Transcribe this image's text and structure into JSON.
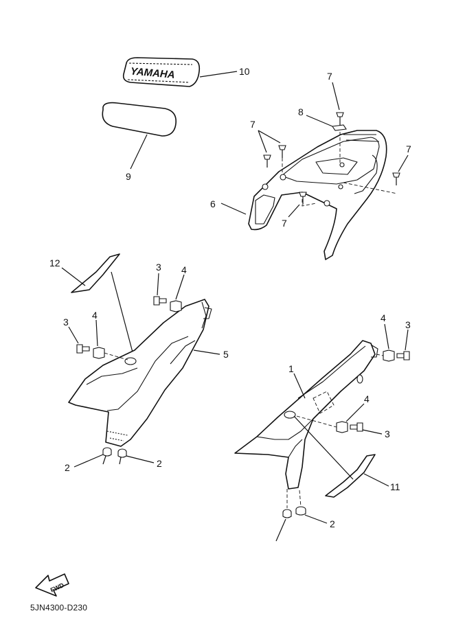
{
  "callouts": {
    "c1": "1",
    "c2a": "2",
    "c2b": "2",
    "c2c": "2",
    "c3a": "3",
    "c3b": "3",
    "c3c": "3",
    "c3d": "3",
    "c4a": "4",
    "c4b": "4",
    "c4c": "4",
    "c4d": "4",
    "c5": "5",
    "c6": "6",
    "c7a": "7",
    "c7b": "7",
    "c7c": "7",
    "c7d": "7",
    "c8": "8",
    "c9": "9",
    "c10": "10",
    "c11": "11",
    "c12": "12"
  },
  "emblem": {
    "brand": "YAMAHA"
  },
  "fwd": {
    "label": "FWD"
  },
  "diagram_code": "5JN4300-D230"
}
